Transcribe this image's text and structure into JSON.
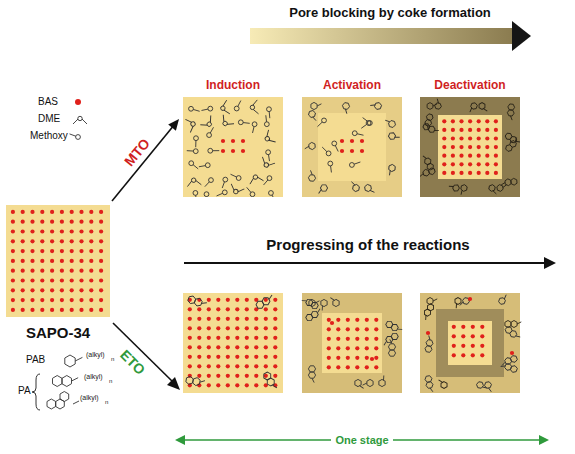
{
  "diagram": {
    "nodes": [
      {
        "text": [
          "SAPO-34"
        ]
      },
      {
        "text": [
          "Induction"
        ]
      },
      {
        "text": [
          "Activation"
        ]
      },
      {
        "text": [
          "Deactivation"
        ]
      }
    ],
    "edges": [
      {
        "from": 0,
        "to": 1,
        "label": "MTO",
        "arrow": "to"
      }
    ],
    "labels": [
      "Pore blocking by coke formation",
      "Progressing of the reactions",
      "ETO",
      "(alkyl)",
      "n",
      "(alkyl)",
      "n",
      "(alkyl)",
      "n",
      "One stage"
    ],
    "legend": [
      {
        "text": "BAS",
        "color": "#e0201b"
      },
      {
        "text": "DME"
      },
      {
        "text": "Methoxy"
      },
      {
        "text": "PAB"
      },
      {
        "text": "PA"
      }
    ]
  }
}
